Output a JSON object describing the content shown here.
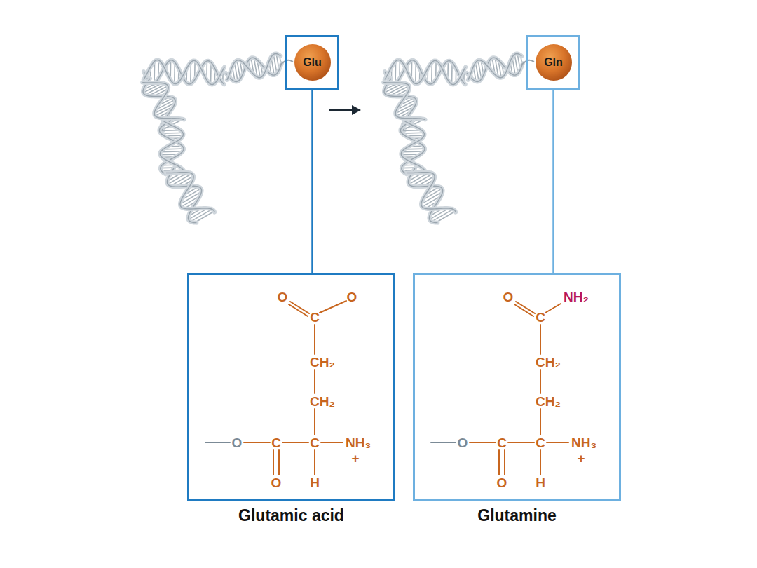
{
  "diagram": {
    "nodes": [
      {
        "text": [
          "Glu"
        ]
      },
      {
        "text": [
          "Gln"
        ]
      },
      {
        "text": [
          "Glutamic acid"
        ]
      },
      {
        "text": [
          "Glutamine"
        ]
      }
    ],
    "edges": [
      {
        "from": 0,
        "to": 2,
        "arrow": "none"
      },
      {
        "from": 1,
        "to": 3,
        "arrow": "none"
      }
    ],
    "labels": [
      "O",
      "O",
      "C",
      "CH₂",
      "CH₂",
      "O",
      "C",
      "C",
      "NH₃",
      "+",
      "O",
      "H",
      "O",
      "NH₂",
      "C",
      "CH₂",
      "CH₂",
      "O",
      "C",
      "C",
      "NH₃",
      "+",
      "O",
      "H"
    ]
  }
}
